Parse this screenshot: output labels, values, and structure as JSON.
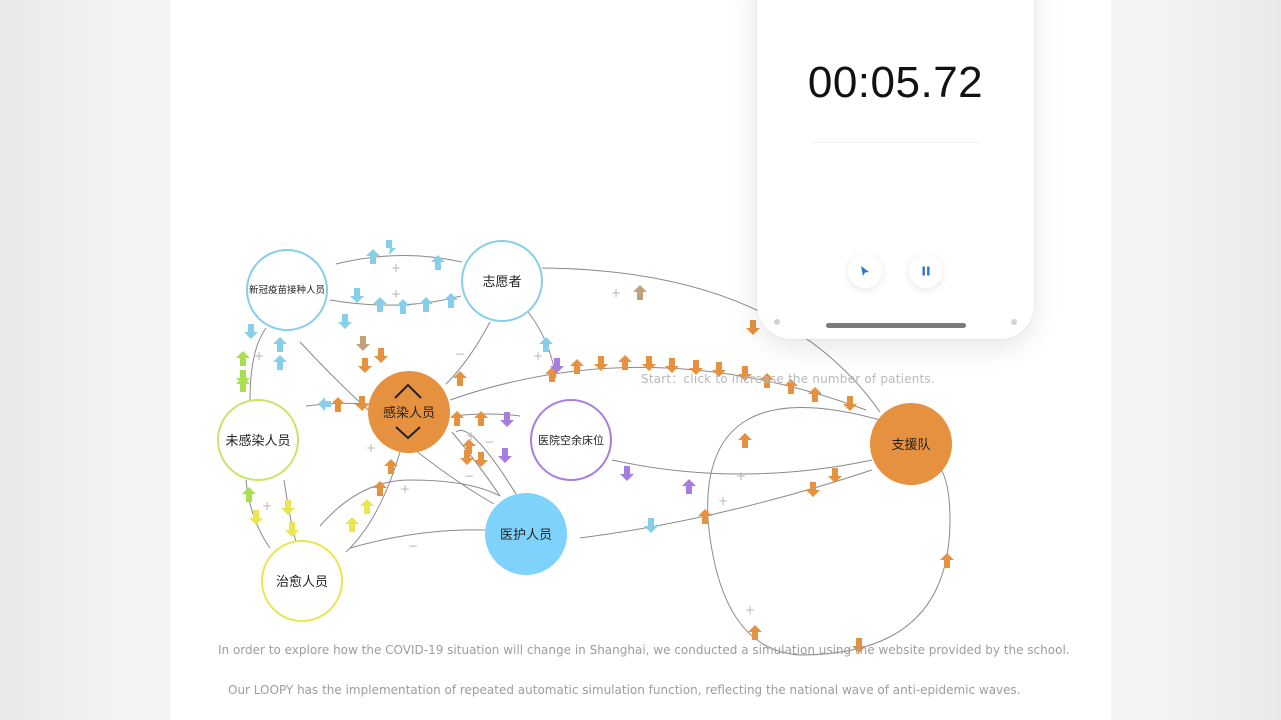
{
  "nodes": [
    {
      "id": "vaccinated",
      "label": "新冠疫苗接种人员",
      "color": "#86cfea",
      "filled": false
    },
    {
      "id": "volunteer",
      "label": "志愿者",
      "color": "#86cfea",
      "filled": false
    },
    {
      "id": "infected",
      "label": "感染人员",
      "color": "#e6913f",
      "filled": true
    },
    {
      "id": "uninfected",
      "label": "未感染人员",
      "color": "#c8e46a",
      "filled": false
    },
    {
      "id": "beds",
      "label": "医院空余床位",
      "color": "#a57ee0",
      "filled": false
    },
    {
      "id": "support",
      "label": "支援队",
      "color": "#e6913f",
      "filled": true
    },
    {
      "id": "medical",
      "label": "医护人员",
      "color": "#7fd2fb",
      "filled": true
    },
    {
      "id": "cured",
      "label": "治愈人员",
      "color": "#e9e651",
      "filled": false
    }
  ],
  "hint": "Start：click to increase the number of patients.",
  "captions": {
    "line1": "In order to explore how the COVID-19 situation will change in Shanghai, we conducted a simulation using the website provided by the school.",
    "line2": "Our LOOPY has the implementation of repeated automatic simulation function, reflecting the national wave of anti-epidemic waves."
  },
  "stopwatch": {
    "time": "00:05.72",
    "play_icon": "play-icon",
    "pause_icon": "pause-icon"
  },
  "colors": {
    "blue": "#86cfea",
    "orange": "#e6913f",
    "green": "#c8e46a",
    "yellow": "#e9e651",
    "purple": "#a57ee0"
  }
}
